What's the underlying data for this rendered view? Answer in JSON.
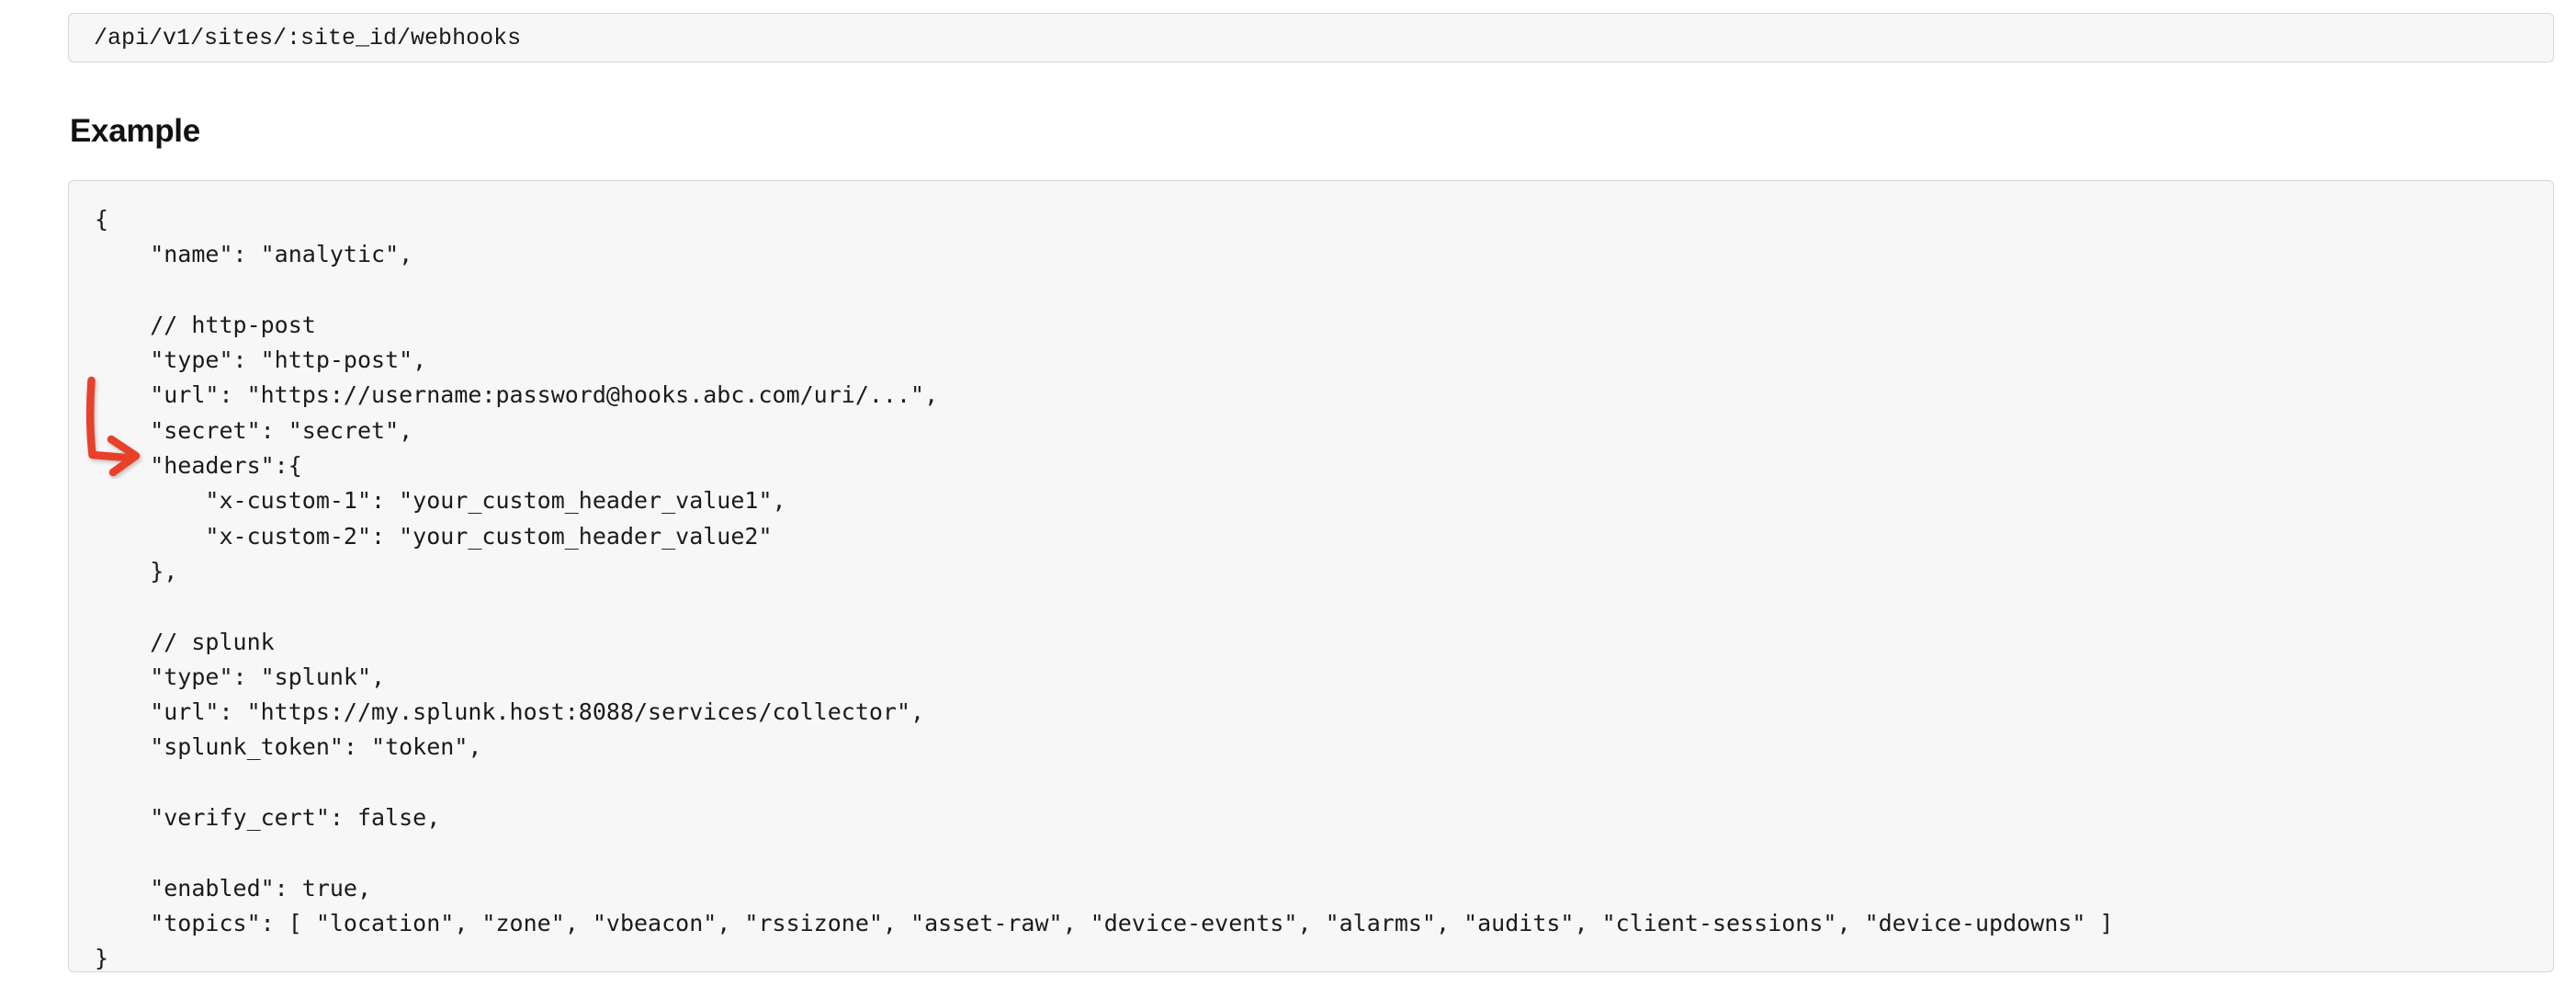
{
  "endpoint": {
    "path": "/api/v1/sites/:site_id/webhooks"
  },
  "section": {
    "heading": "Example"
  },
  "code_block": {
    "language": "json",
    "lines": [
      "{",
      "    \"name\": \"analytic\",",
      "",
      "    // http-post",
      "    \"type\": \"http-post\",",
      "    \"url\": \"https://username:password@hooks.abc.com/uri/...\",",
      "    \"secret\": \"secret\",",
      "    \"headers\":{",
      "        \"x-custom-1\": \"your_custom_header_value1\",",
      "        \"x-custom-2\": \"your_custom_header_value2\"",
      "    },",
      "",
      "    // splunk",
      "    \"type\": \"splunk\",",
      "    \"url\": \"https://my.splunk.host:8088/services/collector\",",
      "    \"splunk_token\": \"token\",",
      "",
      "    \"verify_cert\": false,",
      "",
      "    \"enabled\": true,",
      "    \"topics\": [ \"location\", \"zone\", \"vbeacon\", \"rssizone\", \"asset-raw\", \"device-events\", \"alarms\", \"audits\", \"client-sessions\", \"device-updowns\" ]",
      "}"
    ]
  },
  "annotation": {
    "type": "hand-drawn-arrow",
    "points_to": "\"headers\":{",
    "color": "#E8412A"
  },
  "colors": {
    "page_background": "#FFFFFF",
    "code_background": "#F7F7F7",
    "code_border": "#D6D6D6",
    "code_text": "#1B1B1B",
    "heading_text": "#111111",
    "annotation_red": "#E8412A"
  }
}
